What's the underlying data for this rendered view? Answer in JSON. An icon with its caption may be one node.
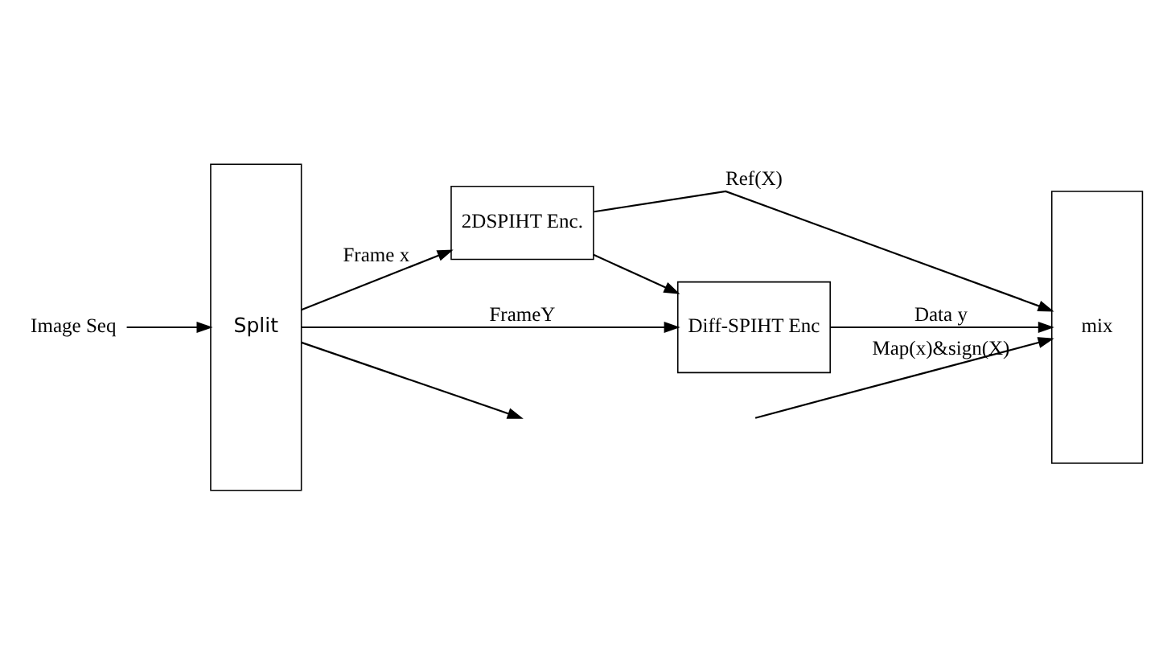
{
  "diagram": {
    "nodes": [
      {
        "text": [
          "Image Seq"
        ]
      },
      {
        "text": [
          "Split"
        ]
      },
      {
        "text": [
          "2DSPIHT Enc."
        ]
      },
      {
        "text": [
          "Diff-SPIHT Enc"
        ]
      },
      {
        "text": [
          "mix"
        ]
      }
    ],
    "edges": [
      {
        "from": 0,
        "to": 1,
        "arrow": "to"
      },
      {
        "from": 1,
        "to": 2,
        "arrow": "to",
        "label": "Frame x"
      },
      {
        "from": 1,
        "to": null,
        "arrow": "to"
      },
      {
        "from": 2,
        "to": 3,
        "arrow": "to"
      },
      {
        "from": 2,
        "to": 4,
        "arrow": "to",
        "label": "Ref(X)"
      },
      {
        "from": null,
        "to": 4,
        "arrow": "to",
        "label": "Map(x)&sign(X)"
      },
      {
        "from": 1,
        "to": 3,
        "arrow": "to",
        "label": "FrameY"
      },
      {
        "from": 3,
        "to": 4,
        "arrow": "to",
        "label": "Data y"
      }
    ]
  }
}
